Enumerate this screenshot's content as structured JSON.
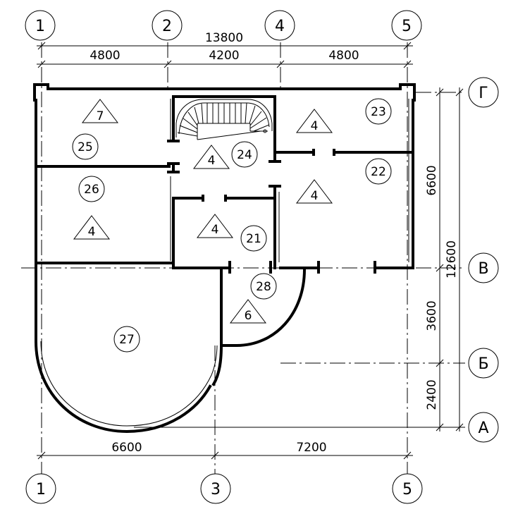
{
  "axes_top": [
    "1",
    "2",
    "4",
    "5"
  ],
  "axes_bottom": [
    "1",
    "3",
    "5"
  ],
  "axes_right": [
    "Г",
    "В",
    "Б",
    "А"
  ],
  "dims": {
    "top_total": "13800",
    "top_1": "4800",
    "top_2": "4200",
    "top_3": "4800",
    "bottom_1": "6600",
    "bottom_2": "7200",
    "right_1": "6600",
    "right_total": "12600",
    "right_2": "3600",
    "right_3": "2400"
  },
  "rooms": {
    "r21": "21",
    "r22": "22",
    "r23": "23",
    "r24": "24",
    "r25": "25",
    "r26": "26",
    "r27": "27",
    "r28": "28"
  },
  "finish_marks": {
    "t1": "7",
    "t2": "4",
    "t3": "4",
    "t4": "4",
    "t5": "4",
    "t6": "4",
    "t7": "6"
  }
}
